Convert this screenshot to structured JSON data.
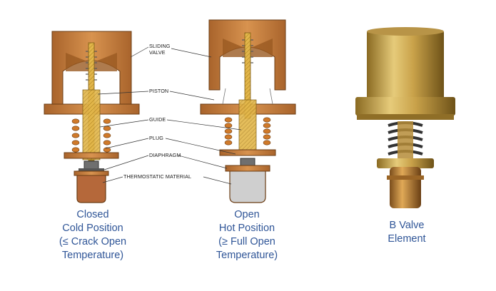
{
  "labels": {
    "sliding_valve": [
      "SLIDING",
      "VALVE"
    ],
    "piston": "PISTON",
    "guide": "GUIDE",
    "plug": "PLUG",
    "diaphragm": "DIAPHRAGM",
    "thermostatic_material": "THERMOSTATIC MATERIAL"
  },
  "captions": {
    "closed": [
      "Closed",
      "Cold Position",
      "(≤ Crack Open",
      "Temperature)"
    ],
    "open": [
      "Open",
      "Hot Position",
      "(≥ Full Open",
      "Temperature)"
    ],
    "element": [
      "B Valve",
      "Element"
    ]
  },
  "colors": {
    "copper": "#c8823f",
    "copper_dark": "#8d5322",
    "brass": "#d6a640",
    "caption": "#2f5597",
    "thermo_closed": "#b5683a",
    "thermo_open": "#cfcfcf"
  }
}
